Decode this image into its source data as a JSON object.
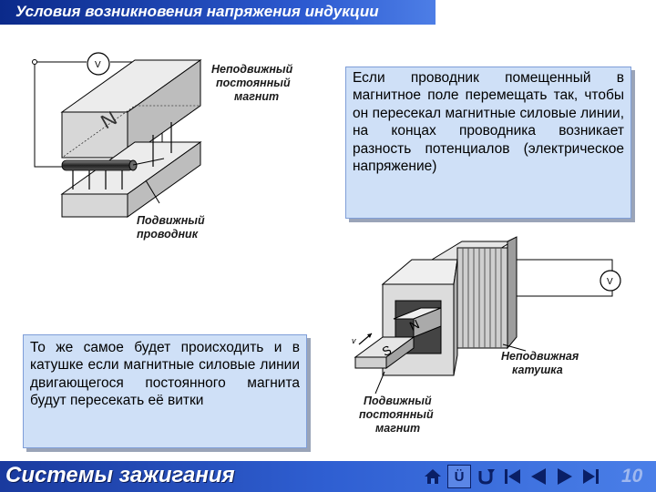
{
  "slide": {
    "title": "Условия возникновения напряжения индукции",
    "footer_title": "Системы зажигания",
    "page_number": "10"
  },
  "figure_top": {
    "voltmeter_label": "V",
    "magnet_letter": "N",
    "label_magnet": [
      "Неподвижный",
      "постоянный",
      "магнит"
    ],
    "label_conductor": [
      "Подвижный",
      "проводник"
    ]
  },
  "figure_bottom": {
    "voltmeter_label": "V",
    "magnet_letter_n": "N",
    "magnet_letter_s": "S",
    "motion_label": "v",
    "label_coil": [
      "Неподвижная",
      "катушка"
    ],
    "label_magnet": [
      "Подвижный",
      "постоянный",
      "магнит"
    ]
  },
  "text_top": "Если проводник помещенный в магнитное поле перемещать так, чтобы он пересекал магнитные силовые линии, на концах проводника возникает разность потенциалов (электрическое напряжение)",
  "text_bottom": "То же самое будет происходить и в катушке если магнитные силовые линии двигающегося постоянного магнита будут пересекать её витки",
  "nav": {
    "items": [
      "home",
      "return",
      "undo",
      "first",
      "previous",
      "next",
      "last"
    ],
    "return_glyph": "Ü"
  },
  "colors": {
    "title_bar": "#0b2a8a",
    "footer_bar": "#2f5fd2",
    "textbox_fill": "#cfe0f7"
  }
}
